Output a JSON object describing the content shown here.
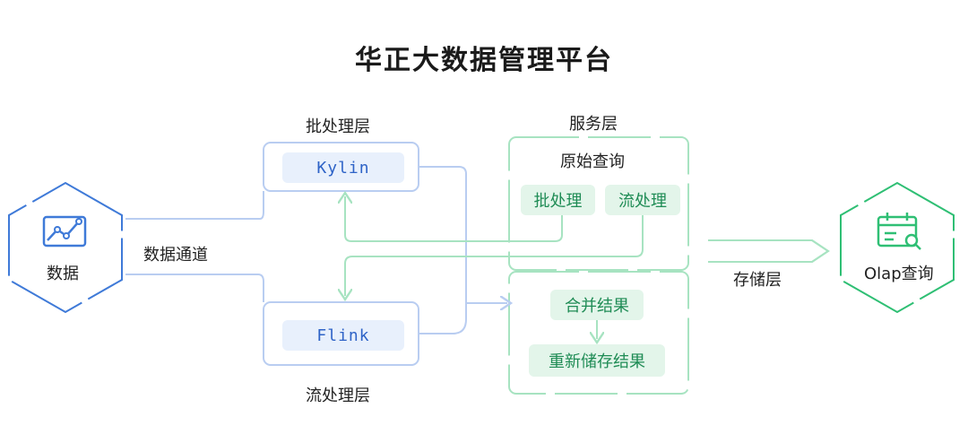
{
  "title": "华正大数据管理平台",
  "source": {
    "label": "数据"
  },
  "channel_label": "数据通道",
  "batch_layer": {
    "label": "批处理层",
    "engine": "Kylin"
  },
  "stream_layer": {
    "label": "流处理层",
    "engine": "Flink"
  },
  "service_layer": {
    "label": "服务层",
    "raw_query": {
      "label": "原始查询",
      "batch": "批处理",
      "stream": "流处理"
    },
    "merge": "合并结果",
    "restore": "重新储存结果"
  },
  "storage_label": "存储层",
  "target": {
    "label": "Olap查询"
  },
  "colors": {
    "blue": "#3f7ad8",
    "blue_light": "#b9cdf1",
    "green": "#2fbf74",
    "green_light": "#a7e3c1"
  }
}
